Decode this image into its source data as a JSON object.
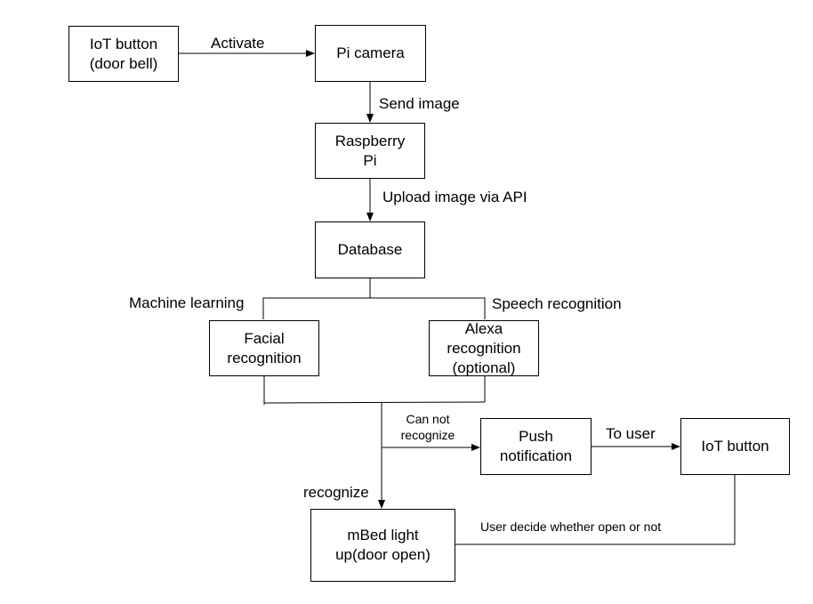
{
  "nodes": {
    "iot_button_door_bell": [
      "IoT button",
      "(door bell)"
    ],
    "pi_camera": [
      "Pi camera"
    ],
    "raspberry_pi": [
      "Raspberry",
      "Pi"
    ],
    "database": [
      "Database"
    ],
    "facial_recognition": [
      "Facial",
      "recognition"
    ],
    "alexa_recognition": [
      "Alexa",
      "recognition",
      "(optional)"
    ],
    "push_notification": [
      "Push",
      "notification"
    ],
    "iot_button": [
      "IoT button"
    ],
    "mbed_light": [
      "mBed light",
      "up(door open)"
    ]
  },
  "edges": {
    "activate": "Activate",
    "send_image": "Send image",
    "upload_image": "Upload image via API",
    "machine_learning": "Machine learning",
    "speech_recognition": "Speech recognition",
    "can_not_recognize": [
      "Can not",
      "recognize"
    ],
    "recognize": "recognize",
    "to_user": "To user",
    "user_decide": "User decide whether open or not"
  }
}
